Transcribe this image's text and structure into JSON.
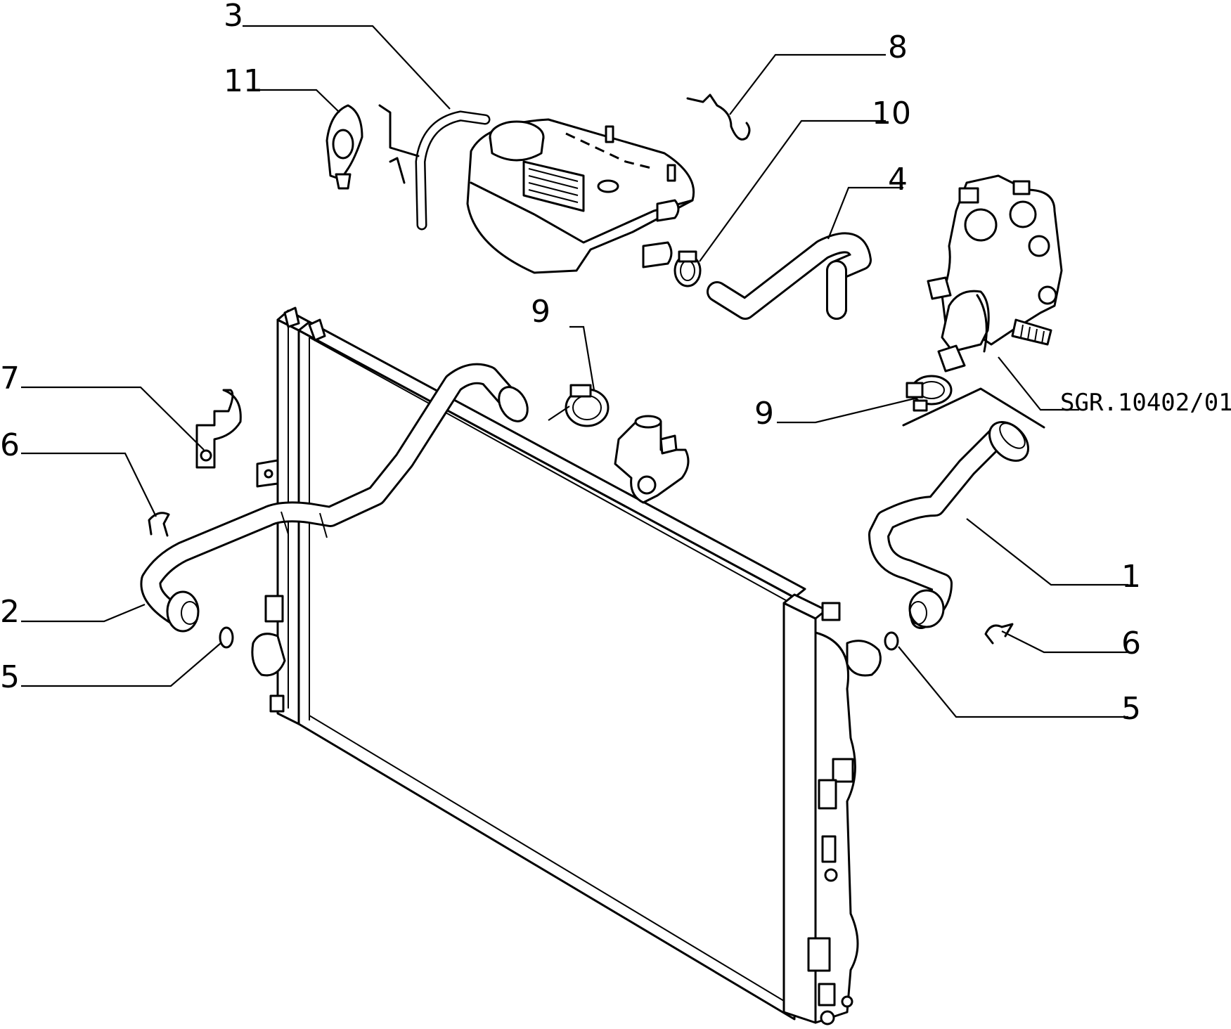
{
  "reference_code": "SGR.10402/01",
  "callouts": {
    "c3": "3",
    "c11": "11",
    "c8": "8",
    "c10": "10",
    "c4": "4",
    "c9_upper": "9",
    "c9_right": "9",
    "c7": "7",
    "c6_left": "6",
    "c2": "2",
    "c5_left": "5",
    "c1": "1",
    "c6_right": "6",
    "c5_right": "5"
  }
}
